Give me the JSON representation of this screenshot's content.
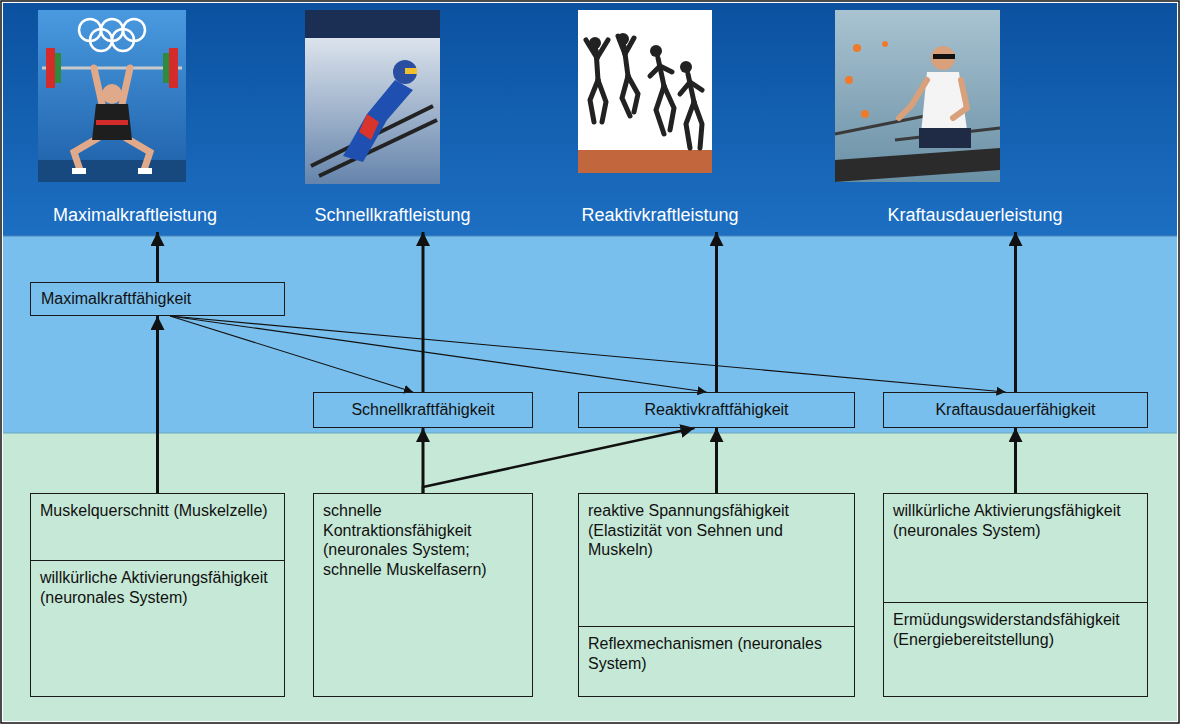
{
  "diagram": {
    "nodes": [
      {
        "text": [
          "Maximalkraftleistung"
        ]
      },
      {
        "text": [
          "Schnellkraftleistung"
        ]
      },
      {
        "text": [
          "Reaktivkraftleistung"
        ]
      },
      {
        "text": [
          "Kraftausdauerleistung"
        ]
      },
      {
        "text": [
          "Maximalkraftfähigkeit"
        ]
      },
      {
        "text": [
          "Schnellkraftfähigkeit"
        ]
      },
      {
        "text": [
          "Reaktivkraftfähigkeit"
        ]
      },
      {
        "text": [
          "Kraftausdauerfähigkeit"
        ]
      },
      {
        "text": [
          "Muskelquerschnitt (Muskelzelle)",
          "willkürliche Aktivierungsfähigkeit (neuronales System)"
        ]
      },
      {
        "text": [
          "schnelle Kontraktionsfähigkeit (neuronales System; schnelle Muskelfasern)"
        ]
      },
      {
        "text": [
          "reaktive Spannungsfähigkeit (Elastizität von Sehnen und Muskeln)",
          "Reflexmechanismen (neuronales System)"
        ]
      },
      {
        "text": [
          "willkürliche Aktivierungsfähigkeit (neuronales System)",
          "Ermüdungswiderstandsfähigkeit (Energiebereitstellung)"
        ]
      }
    ],
    "edges": [
      {
        "from": 8,
        "to": 4,
        "arrow": "to"
      },
      {
        "from": 4,
        "to": 0,
        "arrow": "to"
      },
      {
        "from": 4,
        "to": 5,
        "arrow": "to"
      },
      {
        "from": 4,
        "to": 6,
        "arrow": "to"
      },
      {
        "from": 4,
        "to": 7,
        "arrow": "to"
      },
      {
        "from": 5,
        "to": 1,
        "arrow": "to"
      },
      {
        "from": 6,
        "to": 2,
        "arrow": "to"
      },
      {
        "from": 7,
        "to": 3,
        "arrow": "to"
      },
      {
        "from": 9,
        "to": 5,
        "arrow": "to"
      },
      {
        "from": 9,
        "to": 6,
        "arrow": "to"
      },
      {
        "from": 10,
        "to": 6,
        "arrow": "to"
      },
      {
        "from": 11,
        "to": 7,
        "arrow": "to"
      }
    ]
  }
}
